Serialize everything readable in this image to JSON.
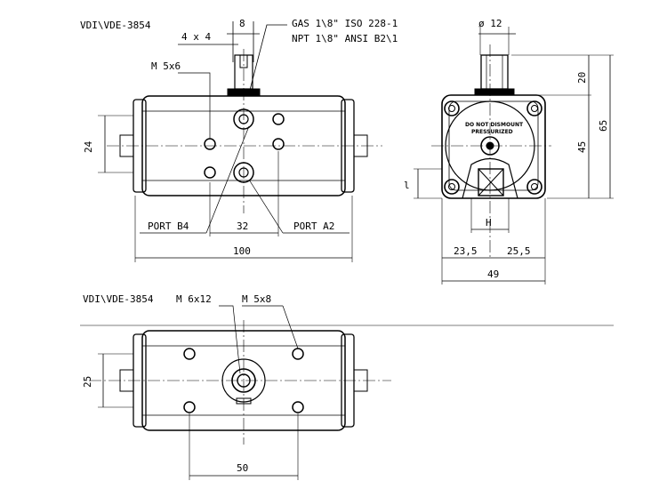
{
  "top_view": {
    "standard": "VDI\\VDE-3854",
    "shaft_square": "4 x 4",
    "shaft_width": "8",
    "thread_gas": "GAS 1\\8\" ISO 228-1",
    "thread_npt": "NPT 1\\8\" ANSI B2\\1",
    "mount_thread": "M 5x6",
    "height_24": "24",
    "port_b": "PORT B4",
    "port_a": "PORT A2",
    "port_spacing": "32",
    "overall_length": "100"
  },
  "side_view": {
    "shaft_diameter": "ø 12",
    "shaft_height": "20",
    "height_45": "45",
    "height_65": "65",
    "warning_line1": "DO NOT DISMOUNT",
    "warning_line2": "PRESSURIZED",
    "dim_l": "l",
    "dim_h": "H",
    "offset_left": "23,5",
    "offset_right": "25,5",
    "overall_width": "49"
  },
  "bottom_view": {
    "standard": "VDI\\VDE-3854",
    "thread_m6": "M 6x12",
    "thread_m5": "M 5x8",
    "height_25": "25",
    "spacing_50": "50"
  }
}
